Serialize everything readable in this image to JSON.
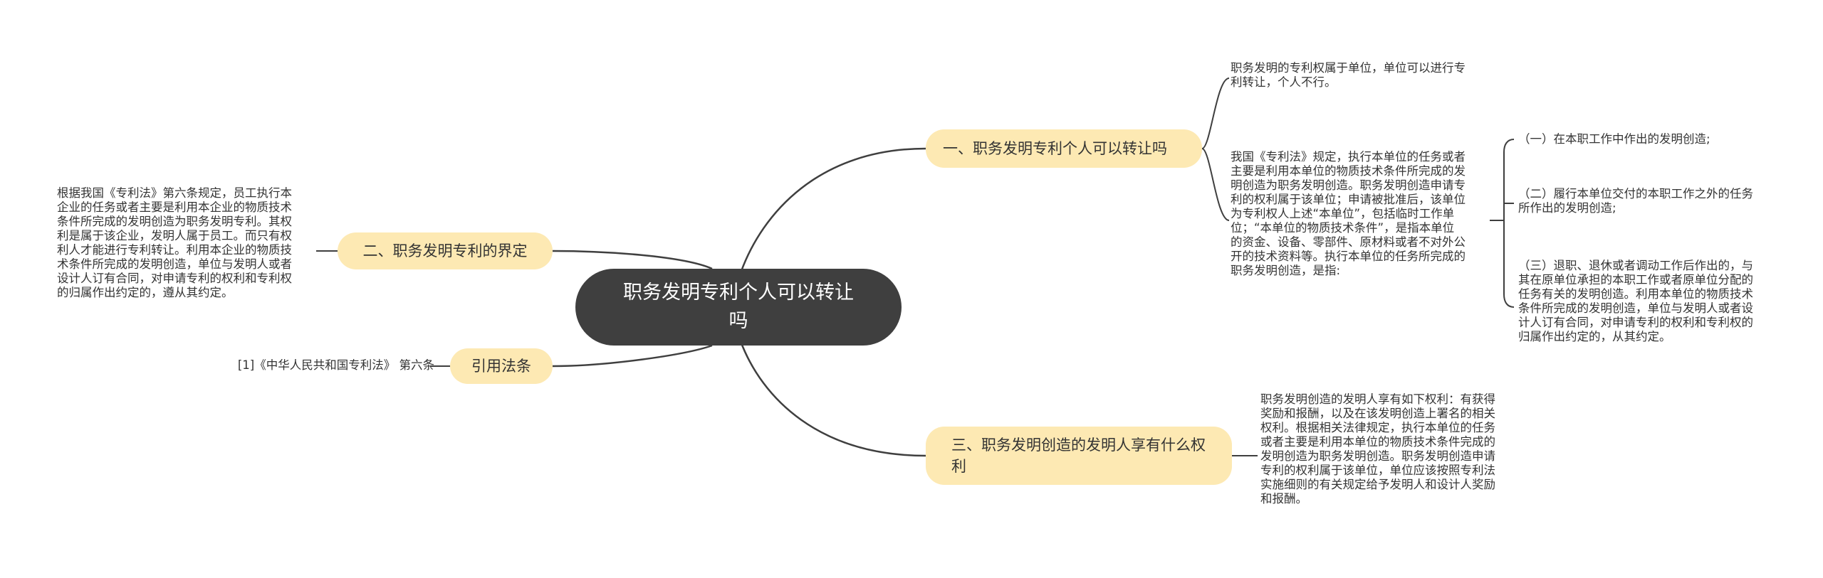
{
  "root": {
    "title": "职务发明专利个人可以转让吗"
  },
  "branches": [
    {
      "label": "一、职务发明专利个人可以转让吗"
    },
    {
      "label": "二、职务发明专利的界定"
    },
    {
      "label": "引用法条"
    },
    {
      "label": "三、职务发明创造的发明人享有什么权利"
    }
  ],
  "texts": {
    "ownership": "职务发明的专利权属于单位，单位可以进行专\n利转让，个人不行。",
    "patent_law": "我国《专利法》规定，执行本单位的任务或者\n主要是利用本单位的物质技术条件所完成的发\n明创造为职务发明创造。职务发明创造申请专\n利的权利属于该单位；申请被批准后，该单位\n为专利权人上述“本单位”，包括临时工作单\n位；“本单位的物质技术条件”，是指本单位\n的资金、设备、零部件、原材料或者不对外公\n开的技术资料等。执行本单位的任务所完成的\n职务发明创造，是指:",
    "definition": "根据我国《专利法》第六条规定，员工执行本\n企业的任务或者主要是利用本企业的物质技术\n条件所完成的发明创造为职务发明专利。其权\n利是属于该企业，发明人属于员工。而只有权\n利人才能进行专利转让。利用本企业的物质技\n术条件所完成的发明创造，单位与发明人或者\n设计人订有合同，对申请专利的权利和专利权\n的归属作出约定的，遵从其约定。",
    "citation": "[1]《中华人民共和国专利法》 第六条",
    "inventor_rights": "职务发明创造的发明人享有如下权利：有获得\n奖励和报酬，以及在该发明创造上署名的相关\n权利。根据相关法律规定，执行本单位的任务\n或者主要是利用本单位的物质技术条件完成的\n发明创造为职务发明创造。职务发明创造申请\n专利的权利属于该单位，单位应该按照专利法\n实施细则的有关规定给予发明人和设计人奖励\n和报酬。"
  },
  "sub_items": [
    "（一）在本职工作中作出的发明创造;",
    "（二）履行本单位交付的本职工作之外的任务\n所作出的发明创造;",
    "（三）退职、退休或者调动工作后作出的，与\n其在原单位承担的本职工作或者原单位分配的\n任务有关的发明创造。利用本单位的物质技术\n条件所完成的发明创造，单位与发明人或者设\n计人订有合同，对申请专利的权利和专利权的\n归属作出约定的，从其约定。"
  ],
  "colors": {
    "root_fill": "#3f3f3f",
    "branch_fill": "#fde9b3",
    "connector": "#3f3f3f",
    "text": "#333333",
    "background": "#ffffff"
  }
}
